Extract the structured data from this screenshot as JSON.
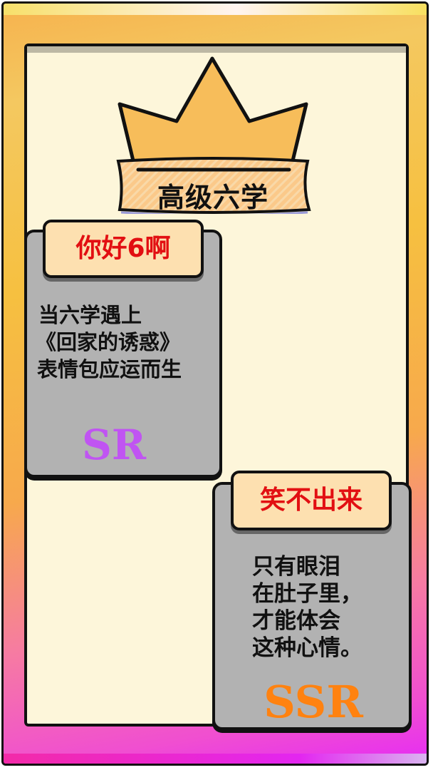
{
  "title": "高级六学",
  "colors": {
    "frame_top": "#f6c040",
    "frame_bottom": "#e62cf4",
    "panel_bg": "#fdf6da",
    "card_bg": "#b2b2b2",
    "tag_bg": "#fde0b0",
    "tag_text": "#e20f12",
    "crown": "#f7bd5a",
    "sr": "#c054f2",
    "ssr": "#ff8210"
  },
  "cards": [
    {
      "tag": "你好6啊",
      "lines": [
        "当六学遇上",
        "《回家的诱惑》",
        "表情包应运而生"
      ],
      "rarity": "SR"
    },
    {
      "tag": "笑不出来",
      "lines": [
        "只有眼泪",
        "在肚子里，",
        "才能体会",
        "这种心情。"
      ],
      "rarity": "SSR"
    }
  ]
}
